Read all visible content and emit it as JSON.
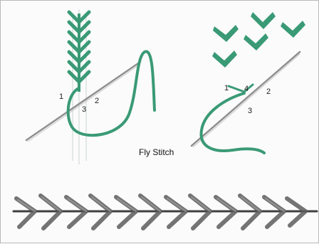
{
  "caption": "Fly Stitch",
  "left_diagram": {
    "point_labels": [
      "1",
      "2",
      "3"
    ]
  },
  "right_diagram": {
    "point_labels": [
      "1",
      "4",
      "2",
      "3"
    ]
  },
  "colors": {
    "thread": "#3a9a76",
    "thread_dark": "#2c7d5e",
    "needle": "#8f8f8f",
    "sample_thread": "#5d5d5d",
    "background": "#fbfbfb"
  },
  "icons": {
    "needle": "needle-icon",
    "fly-stitch-v": "v-stitch-icon"
  }
}
